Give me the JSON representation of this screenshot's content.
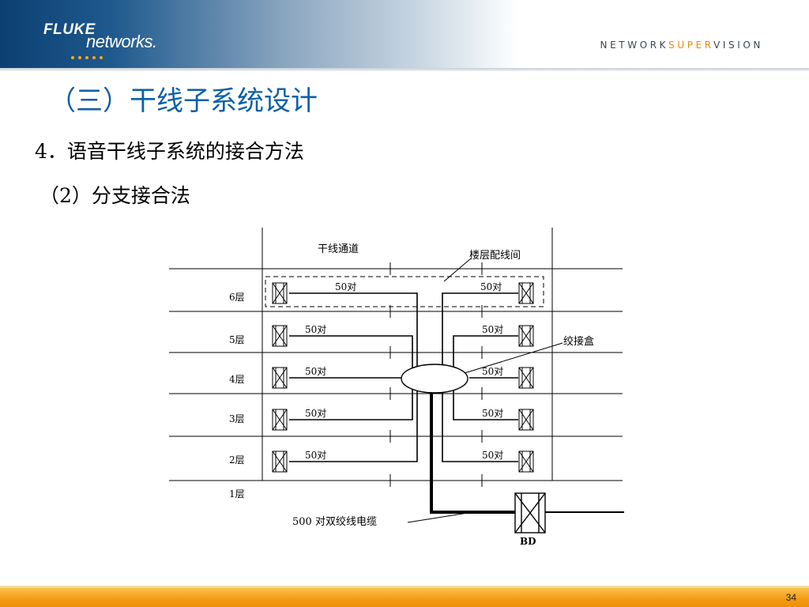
{
  "header": {
    "logo_fluke": "FLUKE",
    "logo_networks": "networks.",
    "tagline_pre": "NETWORK",
    "tagline_hl": "SUPER",
    "tagline_post": "VISION"
  },
  "slide": {
    "title": "（三）干线子系统设计",
    "subtitle_1": "4．语音干线子系统的接合方法",
    "subtitle_2": "（2）分支接合法",
    "page_number": "34"
  },
  "diagram": {
    "shaft_label": "干线通道",
    "closet_label": "楼层配线间",
    "splice_label": "绞接盒",
    "cable_label": "500 对双绞线电缆",
    "bd_label": "BD",
    "pair_label": "50对",
    "floors": [
      "6层",
      "5层",
      "4层",
      "3层",
      "2层",
      "1层"
    ]
  },
  "colors": {
    "title_blue": "#0c5fa8",
    "header_navy": "#0c3f72",
    "accent_orange": "#f08a00",
    "footer_orange": "#f39a12"
  }
}
